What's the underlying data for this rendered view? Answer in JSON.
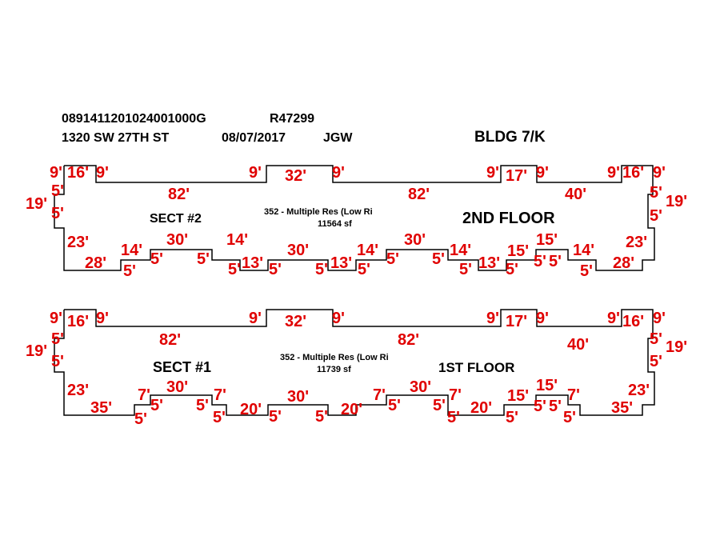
{
  "header": {
    "parcel_id": "089141120102400100​0G",
    "record_id": "R47299",
    "address": "1320 SW 27TH ST",
    "date": "08/07/2017",
    "initials": "JGW",
    "building": "BLDG 7/K"
  },
  "colors": {
    "dimension": "#e00000",
    "outline": "#000000",
    "text": "#000000"
  },
  "floor2": {
    "section_label": "SECT #2",
    "use_label": "352 - Multiple Res (Low Ri",
    "area_label": "11564 sf",
    "floor_label": "2ND FLOOR",
    "dims": [
      "9'",
      "16'",
      "9'",
      "19'",
      "5'",
      "5'",
      "82'",
      "23'",
      "28'",
      "5'",
      "14'",
      "5'",
      "30'",
      "5'",
      "14'",
      "5'",
      "13'",
      "5'",
      "9'",
      "32'",
      "9'",
      "30'",
      "5'",
      "13'",
      "5'",
      "14'",
      "5'",
      "82'",
      "30'",
      "5'",
      "14'",
      "5'",
      "13'",
      "5'",
      "9'",
      "17'",
      "9'",
      "15'",
      "5'",
      "15'",
      "5'",
      "40'",
      "14'",
      "5'",
      "9'",
      "16'",
      "9'",
      "5'",
      "19'",
      "5'",
      "23'",
      "28'"
    ]
  },
  "floor1": {
    "section_label": "SECT #1",
    "use_label": "352 - Multiple Res (Low Ri",
    "area_label": "11739 sf",
    "floor_label": "1ST FLOOR",
    "dims": [
      "9'",
      "16'",
      "9'",
      "19'",
      "5'",
      "5'",
      "82'",
      "23'",
      "35'",
      "5'",
      "7'",
      "5'",
      "30'",
      "5'",
      "7'",
      "5'",
      "20'",
      "5'",
      "9'",
      "32'",
      "9'",
      "30'",
      "5'",
      "20'",
      "7'",
      "5'",
      "82'",
      "30'",
      "5'",
      "7'",
      "5'",
      "20'",
      "5'",
      "9'",
      "17'",
      "9'",
      "15'",
      "5'",
      "15'",
      "5'",
      "7'",
      "5'",
      "40'",
      "9'",
      "16'",
      "9'",
      "5'",
      "19'",
      "5'",
      "23'",
      "35'"
    ]
  }
}
